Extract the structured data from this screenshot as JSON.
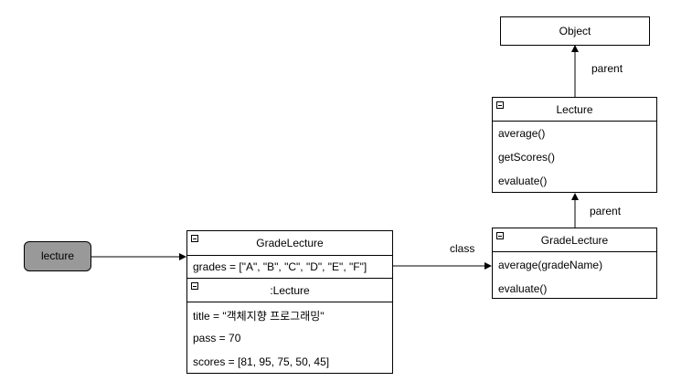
{
  "variable": {
    "label": "lecture"
  },
  "instance": {
    "title": "GradeLecture",
    "field": "grades = [\"A\", \"B\", \"C\", \"D\", \"E\", \"F\"]",
    "parent_section": ":Lecture",
    "parent_fields": [
      "title = \"객체지향 프로그래밍\"",
      "pass = 70",
      "scores = [81, 95, 75, 50, 45]"
    ]
  },
  "class_grade_lecture": {
    "title": "GradeLecture",
    "methods": [
      "average(gradeName)",
      "evaluate()"
    ]
  },
  "class_lecture": {
    "title": "Lecture",
    "methods": [
      "average()",
      "getScores()",
      "evaluate()"
    ]
  },
  "class_object": {
    "title": "Object"
  },
  "edges": {
    "class_label": "class",
    "parent_label_1": "parent",
    "parent_label_2": "parent"
  }
}
